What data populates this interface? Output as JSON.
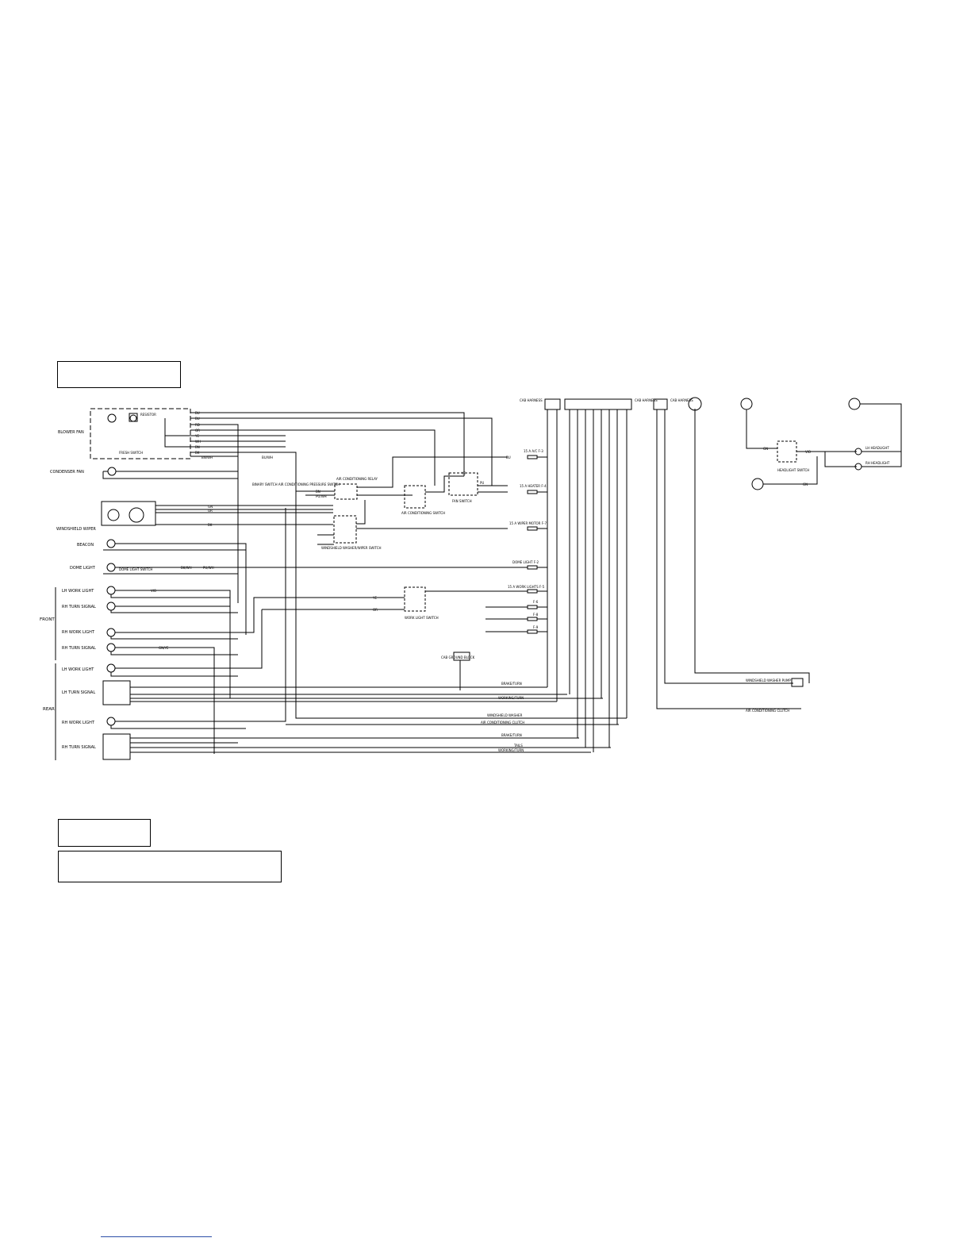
{
  "boxes": {
    "top_label": "",
    "lower_label_1": "",
    "lower_label_2": ""
  },
  "left_labels": {
    "blower_fan": "BLOWER FAN",
    "condenser_fan": "CONDENSER FAN",
    "windshield_wiper": "WINDSHIELD WIPER",
    "beacon": "BEACON",
    "dome_light": "DOME LIGHT",
    "front": "FRONT",
    "rear": "REAR",
    "front_lh_work": "LH WORK LIGHT",
    "front_rh_turn": "RH TURN SIGNAL",
    "front_rh_work": "RH WORK LIGHT",
    "front_rh_turn2": "RH TURN SIGNAL",
    "rear_lh_work": "LH WORK LIGHT",
    "rear_lh_turn": "LH TURN SIGNAL",
    "rear_rh_work": "RH WORK LIGHT",
    "rear_rh_turn": "RH TURN SIGNAL"
  },
  "components": {
    "resistor": "RESISTOR",
    "fresh_switch": "FRESH SWITCH",
    "binary_switch": "BINARY SWITCH AIR CONDITIONING PRESSURE SWITCH",
    "ac_relay": "AIR CONDITIONING RELAY",
    "ac_switch": "AIR CONDITIONING SWITCH",
    "fan_switch": "FAN SWITCH",
    "wiper_switch": "WINDSHIELD WASHER/WIPER SWITCH",
    "work_light_switch": "WORK LIGHT SWITCH",
    "dome_switch": "DOME LIGHT SWITCH",
    "cab_ground": "CAB GROUND BLOCK",
    "headlight_switch": "HEADLIGHT SWITCH",
    "lh_headlight": "LH HEADLIGHT",
    "rh_headlight": "RH HEADLIGHT",
    "washer_pump": "WINDSHIELD WASHER PUMP",
    "ac_clutch": "AIR CONDITIONING CLUTCH"
  },
  "harness": {
    "cab_harness_1": "CAB HARNESS",
    "cab_harness_2": "CAB HARNESS",
    "cab_harness_3": "CAB HARNESS"
  },
  "fuses": [
    "15 A A/C F-3",
    "15 A HEATER F-4",
    "15 A WIPER MOTOR F-7",
    "DOME LIGHT F-2",
    "15 A WORK LIGHTS F-5",
    "F-6",
    "F-8",
    "F-9"
  ],
  "bus_labels": [
    "BRAKE/TURN",
    "WORKING/TURN",
    "WINDSHIELD WASHER",
    "AIR CONDITIONING CLUTCH",
    "BRAKE/TURN",
    "TAILS",
    "WORKING/TURN"
  ],
  "wire_codes": [
    "BU",
    "BU",
    "RD",
    "OR",
    "YE",
    "WH",
    "BN",
    "BK",
    "BN/WH",
    "BU/WH",
    "BK/WH",
    "PU/WH",
    "GN",
    "OR",
    "BK",
    "YE",
    "PU",
    "BU",
    "BN",
    "PU/WH",
    "GN/YE",
    "VIO",
    "YE",
    "OR",
    "VIO",
    "GN",
    "GN"
  ]
}
